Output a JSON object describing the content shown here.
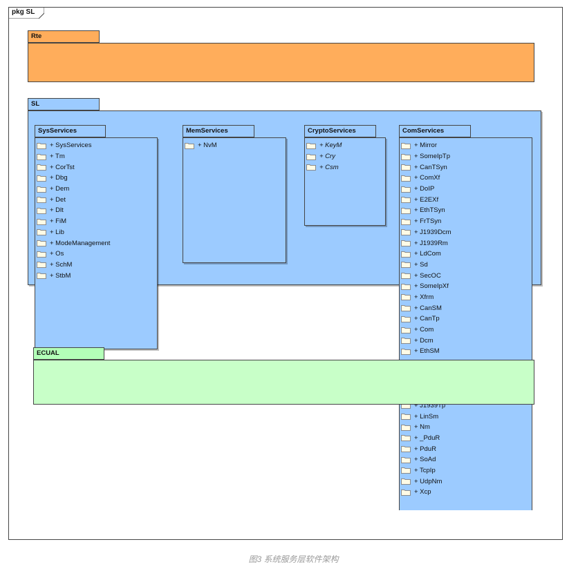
{
  "frame": {
    "label": "pkg SL"
  },
  "rte": {
    "label": "Rte"
  },
  "sl": {
    "label": "SL"
  },
  "sys_services": {
    "label": "SysServices",
    "items": [
      "+ SysServices",
      "+ Tm",
      "+ CorTst",
      "+ Dbg",
      "+ Dem",
      "+ Det",
      "+ Dlt",
      "+ FiM",
      "+ Lib",
      "+ ModeManagement",
      "+ Os",
      "+ SchM",
      "+ StbM"
    ]
  },
  "mem_services": {
    "label": "MemServices",
    "items": [
      "+ NvM"
    ]
  },
  "crypto_services": {
    "label": "CryptoServices",
    "items": [
      "+ KeyM",
      "+ Cry",
      "+ Csm"
    ]
  },
  "com_services": {
    "label": "ComServices",
    "items": [
      "+ Mirror",
      "+ SomeIpTp",
      "+ CanTSyn",
      "+ ComXf",
      "+ DoIP",
      "+ E2EXf",
      "+ EthTSyn",
      "+ FrTSyn",
      "+ J1939Dcm",
      "+ J1939Rm",
      "+ LdCom",
      "+ Sd",
      "+ SecOC",
      "+ SomeIpXf",
      "+ Xfrm",
      "+ CanSM",
      "+ CanTp",
      "+ Com",
      "+ Dcm",
      "+ EthSM",
      "",
      "",
      "",
      "",
      "+ J1939Tp",
      "+ LinSm",
      "+ Nm",
      "+ _PduR",
      "+ PduR",
      "+ SoAd",
      "+ TcpIp",
      "+ UdpNm",
      "+ Xcp"
    ]
  },
  "ecual": {
    "label": "ECUAL"
  },
  "caption": "图3 系统服务层软件架构",
  "colors": {
    "rte": "#ffad5b",
    "sl": "#9ccbff",
    "ecual": "#c8ffc8",
    "ecual_tab": "#b3ffb8"
  }
}
